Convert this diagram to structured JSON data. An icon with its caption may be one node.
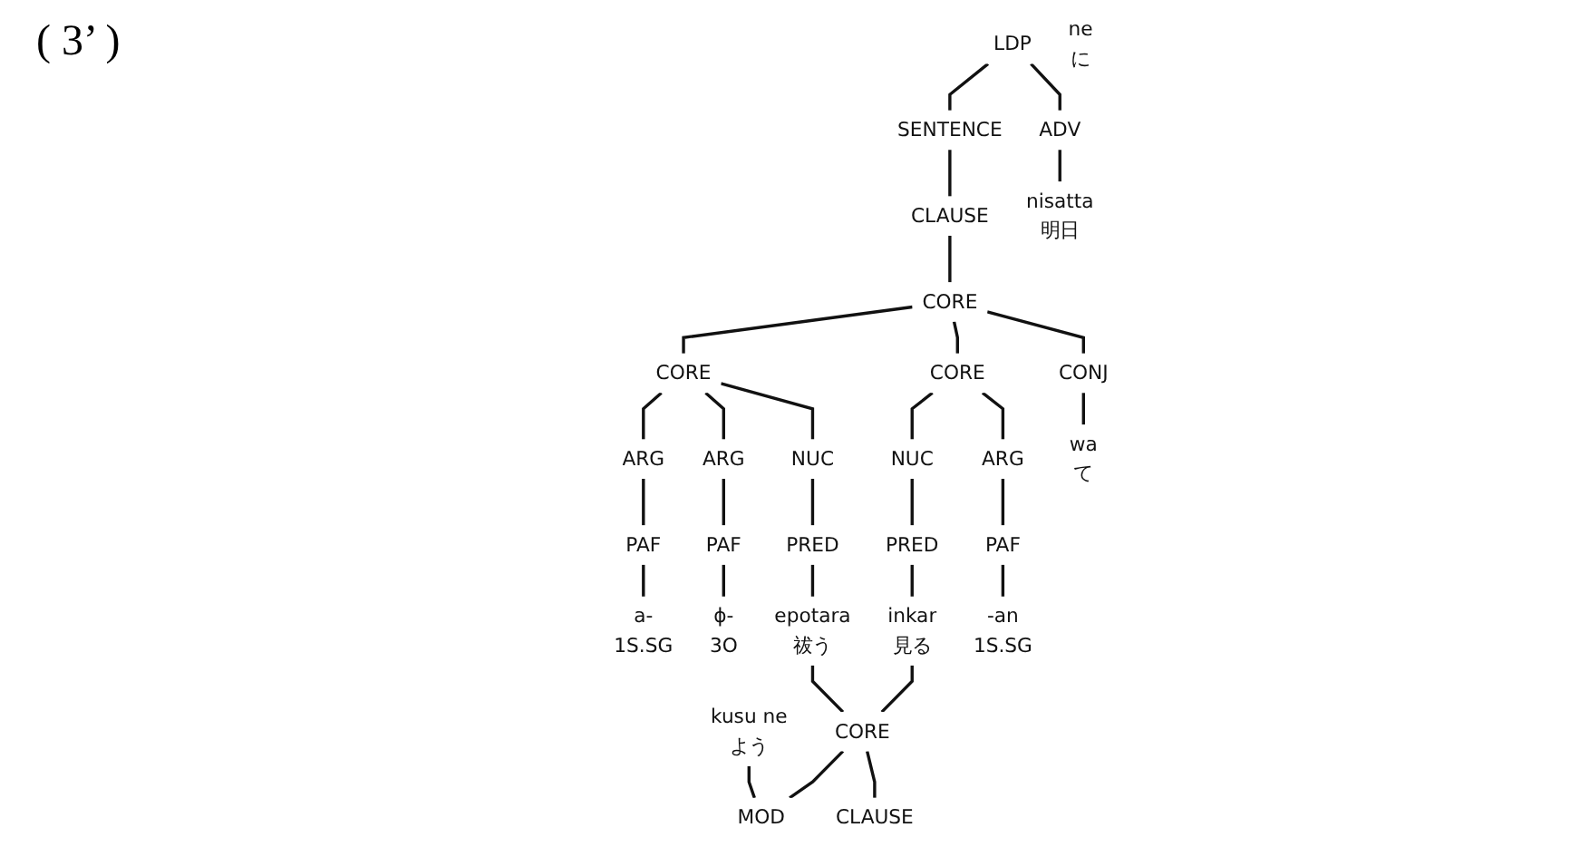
{
  "diagram": {
    "title": "( 3’ )",
    "nodes": [
      {
        "text": [
          "LDP"
        ]
      },
      {
        "text": [
          "SENTENCE"
        ]
      },
      {
        "text": [
          "CLAUSE"
        ]
      },
      {
        "text": [
          "CORE"
        ]
      },
      {
        "text": [
          "CORE"
        ]
      },
      {
        "text": [
          "CONJ"
        ]
      },
      {
        "text": [
          "CORE"
        ]
      },
      {
        "text": [
          "ADV"
        ]
      },
      {
        "text": [
          "ARG"
        ]
      },
      {
        "text": [
          "ARG"
        ]
      },
      {
        "text": [
          "NUC"
        ]
      },
      {
        "text": [
          "NUC"
        ]
      },
      {
        "text": [
          "ARG"
        ]
      },
      {
        "text": [
          "PAF"
        ]
      },
      {
        "text": [
          "PAF"
        ]
      },
      {
        "text": [
          "PRED"
        ]
      },
      {
        "text": [
          "PRED"
        ]
      },
      {
        "text": [
          "PAF"
        ]
      },
      {
        "text": [
          "nisatta",
          "明日"
        ]
      },
      {
        "text": [
          "ne",
          "に"
        ]
      },
      {
        "text": [
          "a-",
          "1S.SG"
        ]
      },
      {
        "text": [
          "ϕ-",
          "3O"
        ]
      },
      {
        "text": [
          "epotara",
          "祓う"
        ]
      },
      {
        "text": [
          "wa",
          "て"
        ]
      },
      {
        "text": [
          "inkar",
          "見る"
        ]
      },
      {
        "text": [
          "-an",
          "1S.SG"
        ]
      },
      {
        "text": [
          "kusu ne",
          "よう"
        ]
      },
      {
        "text": [
          "CORE"
        ]
      },
      {
        "text": [
          "MOD"
        ]
      },
      {
        "text": [
          "CLAUSE"
        ]
      }
    ],
    "edges": [
      {
        "from": 0,
        "to": 1,
        "arrow": "none"
      },
      {
        "from": 1,
        "to": 2,
        "arrow": "none"
      },
      {
        "from": 2,
        "to": 3,
        "arrow": "none"
      },
      {
        "from": 3,
        "to": 4,
        "arrow": "none"
      },
      {
        "from": 3,
        "to": 5,
        "arrow": "none"
      },
      {
        "from": 3,
        "to": 6,
        "arrow": "none"
      },
      {
        "from": 0,
        "to": 7,
        "arrow": "none"
      },
      {
        "from": 4,
        "to": 8,
        "arrow": "none"
      },
      {
        "from": 4,
        "to": 9,
        "arrow": "none"
      },
      {
        "from": 4,
        "to": 10,
        "arrow": "none"
      },
      {
        "from": 6,
        "to": 11,
        "arrow": "none"
      },
      {
        "from": 6,
        "to": 12,
        "arrow": "none"
      },
      {
        "from": 8,
        "to": 13,
        "arrow": "none"
      },
      {
        "from": 9,
        "to": 14,
        "arrow": "none"
      },
      {
        "from": 10,
        "to": 15,
        "arrow": "none"
      },
      {
        "from": 11,
        "to": 16,
        "arrow": "none"
      },
      {
        "from": 12,
        "to": 17,
        "arrow": "none"
      },
      {
        "from": 7,
        "to": 18,
        "arrow": "none"
      },
      {
        "from": 13,
        "to": 20,
        "arrow": "none"
      },
      {
        "from": 14,
        "to": 21,
        "arrow": "none"
      },
      {
        "from": 15,
        "to": 22,
        "arrow": "none"
      },
      {
        "from": 5,
        "to": 23,
        "arrow": "none"
      },
      {
        "from": 16,
        "to": 24,
        "arrow": "none"
      },
      {
        "from": 17,
        "to": 25,
        "arrow": "none"
      },
      {
        "from": 22,
        "to": 27,
        "arrow": "none"
      },
      {
        "from": 24,
        "to": 27,
        "arrow": "none"
      },
      {
        "from": 26,
        "to": 28,
        "arrow": "none"
      },
      {
        "from": 27,
        "to": 28,
        "arrow": "none"
      },
      {
        "from": 27,
        "to": 29,
        "arrow": "none"
      }
    ]
  }
}
